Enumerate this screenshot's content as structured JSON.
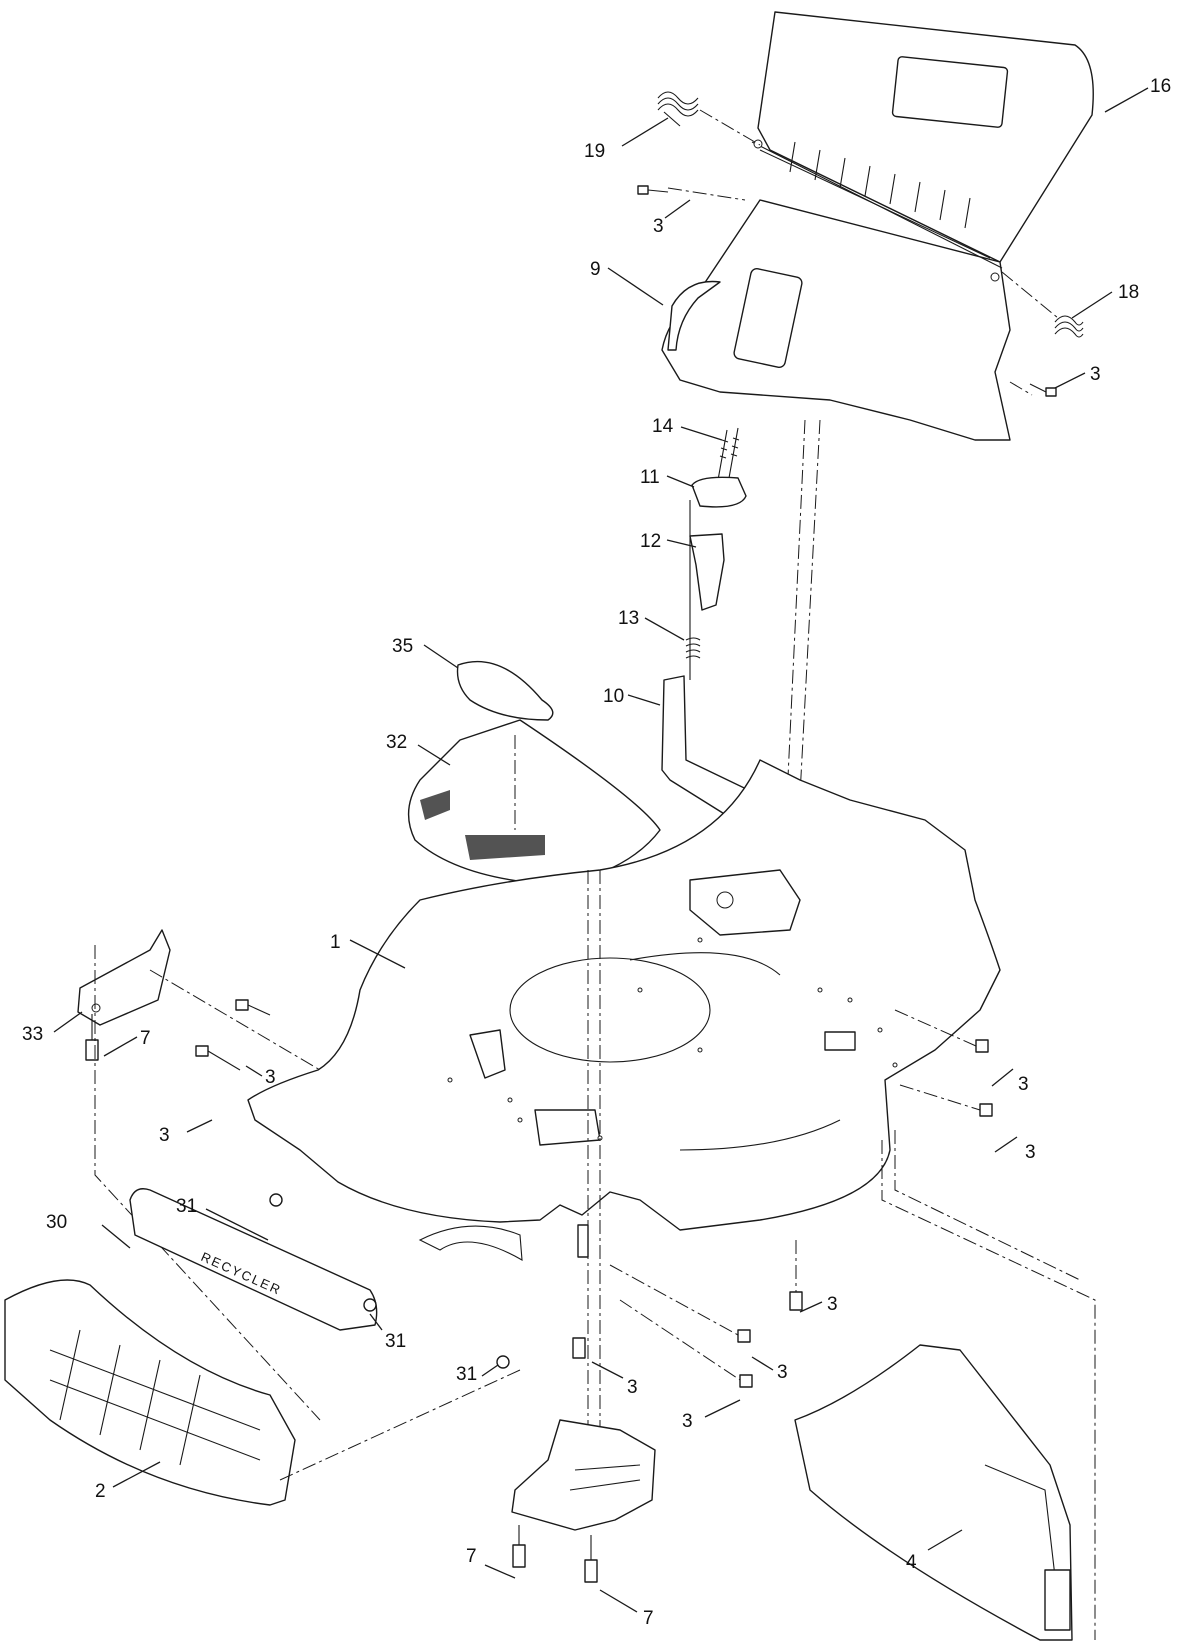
{
  "callouts": {
    "c16": "16",
    "c19": "19",
    "c3_a": "3",
    "c9": "9",
    "c18": "18",
    "c3_b": "3",
    "c14": "14",
    "c11": "11",
    "c12": "12",
    "c13": "13",
    "c10": "10",
    "c35": "35",
    "c32": "32",
    "c1": "1",
    "c33": "33",
    "c7_a": "7",
    "c3_c": "3",
    "c3_d": "3",
    "c3_e": "3",
    "c3_f": "3",
    "c31_a": "31",
    "c30": "30",
    "c31_b": "31",
    "c31_c": "31",
    "c3_g": "3",
    "c3_h": "3",
    "c3_i": "3",
    "c3_j": "3",
    "c2": "2",
    "c4": "4",
    "c7_b": "7",
    "c7_c": "7"
  },
  "decal_text": "RECYCLER"
}
